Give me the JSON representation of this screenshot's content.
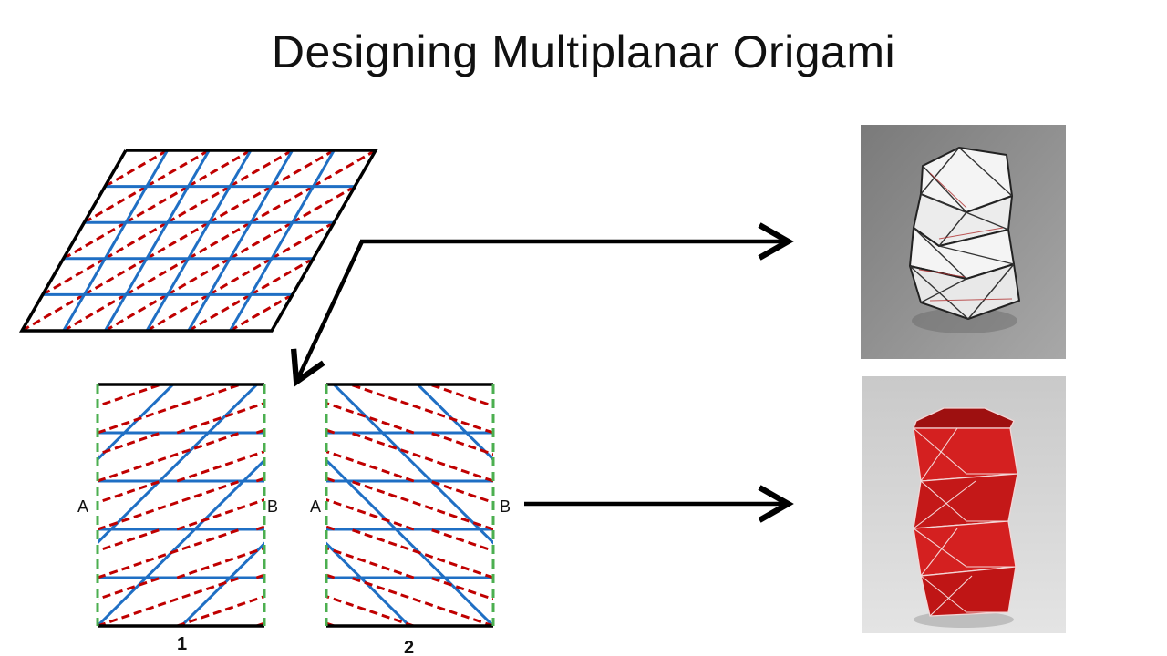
{
  "slide": {
    "title": "Designing Multiplanar Origami"
  },
  "pattern1": {
    "left_label": "A",
    "right_label": "B",
    "number": "1"
  },
  "pattern2": {
    "left_label": "A",
    "right_label": "B",
    "number": "2"
  },
  "colors": {
    "mountain_fold": "#1f6fc4",
    "valley_fold": "#c00000",
    "seam": "#4caf50",
    "outline": "#000000",
    "paper_model_bg": "#8c8c8c",
    "red_model": "#d42020",
    "red_model_bg": "#d8d8d8"
  },
  "photos": [
    {
      "name": "white-paper-twisted-tube-photo"
    },
    {
      "name": "red-twisted-tube-photo"
    }
  ]
}
